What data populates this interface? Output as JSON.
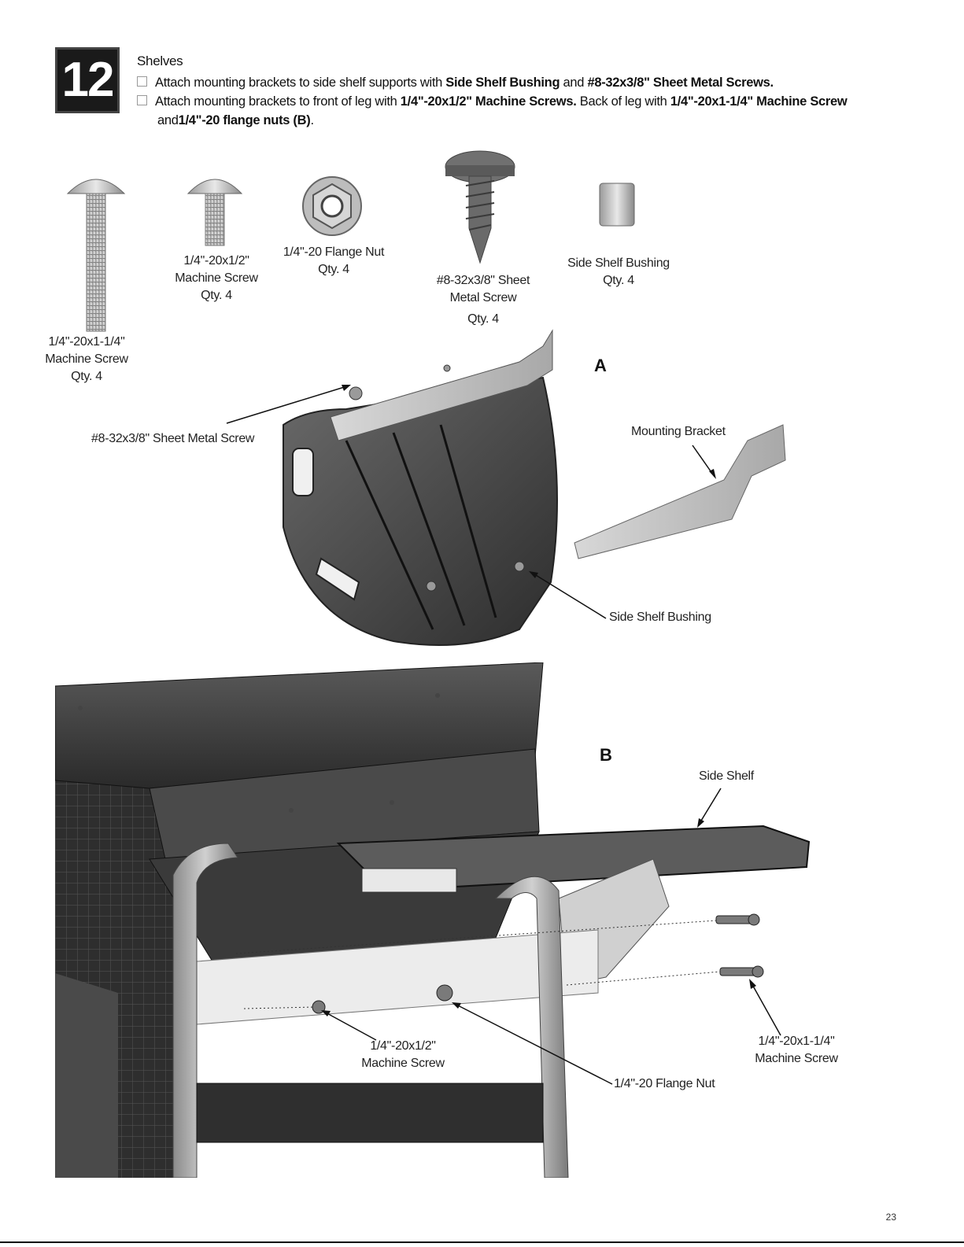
{
  "step": {
    "number": "12",
    "title": "Shelves"
  },
  "instructions": [
    {
      "parts": [
        {
          "text": "Attach mounting brackets to side shelf supports with ",
          "bold": false
        },
        {
          "text": "Side Shelf Bushing",
          "bold": true
        },
        {
          "text": " and ",
          "bold": false
        },
        {
          "text": "#8-32x3/8\" Sheet Metal Screws.",
          "bold": true
        }
      ]
    },
    {
      "parts": [
        {
          "text": "Attach mounting brackets to front of leg with ",
          "bold": false
        },
        {
          "text": "1/4\"-20x1/2\" Machine Screws.",
          "bold": true
        },
        {
          "text": " Back of leg with ",
          "bold": false
        },
        {
          "text": "1/4\"-20x1-1/4\" Machine Screw",
          "bold": true
        }
      ]
    },
    {
      "parts": [
        {
          "text": "and",
          "bold": false
        },
        {
          "text": "1/4\"-20 flange nuts (B)",
          "bold": true
        },
        {
          "text": ".",
          "bold": false
        }
      ]
    }
  ],
  "parts": {
    "long_screw": {
      "line1": "1/4\"-20x1-1/4\"",
      "line2": "Machine Screw",
      "qty": "Qty. 4"
    },
    "short_screw": {
      "line1": "1/4\"-20x1/2\"",
      "line2": "Machine Screw",
      "qty": "Qty. 4"
    },
    "flange_nut": {
      "line1": "1/4\"-20 Flange Nut",
      "qty": "Qty. 4"
    },
    "sheet_screw": {
      "line1": "#8-32x3/8\" Sheet",
      "line2": "Metal Screw",
      "qty": "Qty. 4"
    },
    "bushing": {
      "line1": "Side Shelf Bushing",
      "qty": "Qty. 4"
    }
  },
  "figure_a": {
    "letter": "A",
    "callout_sheet_screw": "#8-32x3/8\" Sheet Metal Screw",
    "callout_bracket": "Mounting Bracket",
    "callout_bushing": "Side Shelf Bushing"
  },
  "figure_b": {
    "letter": "B",
    "callout_side_shelf": "Side Shelf",
    "callout_short_screw_1": "1/4\"-20x1/2\"",
    "callout_short_screw_2": "Machine Screw",
    "callout_flange_nut": "1/4\"-20 Flange Nut",
    "callout_long_screw_1": "1/4\"-20x1-1/4\"",
    "callout_long_screw_2": "Machine Screw"
  },
  "page_number": "23",
  "colors": {
    "ink": "#111111",
    "metal": "#c9c9c9",
    "dark": "#3a3a3a"
  }
}
